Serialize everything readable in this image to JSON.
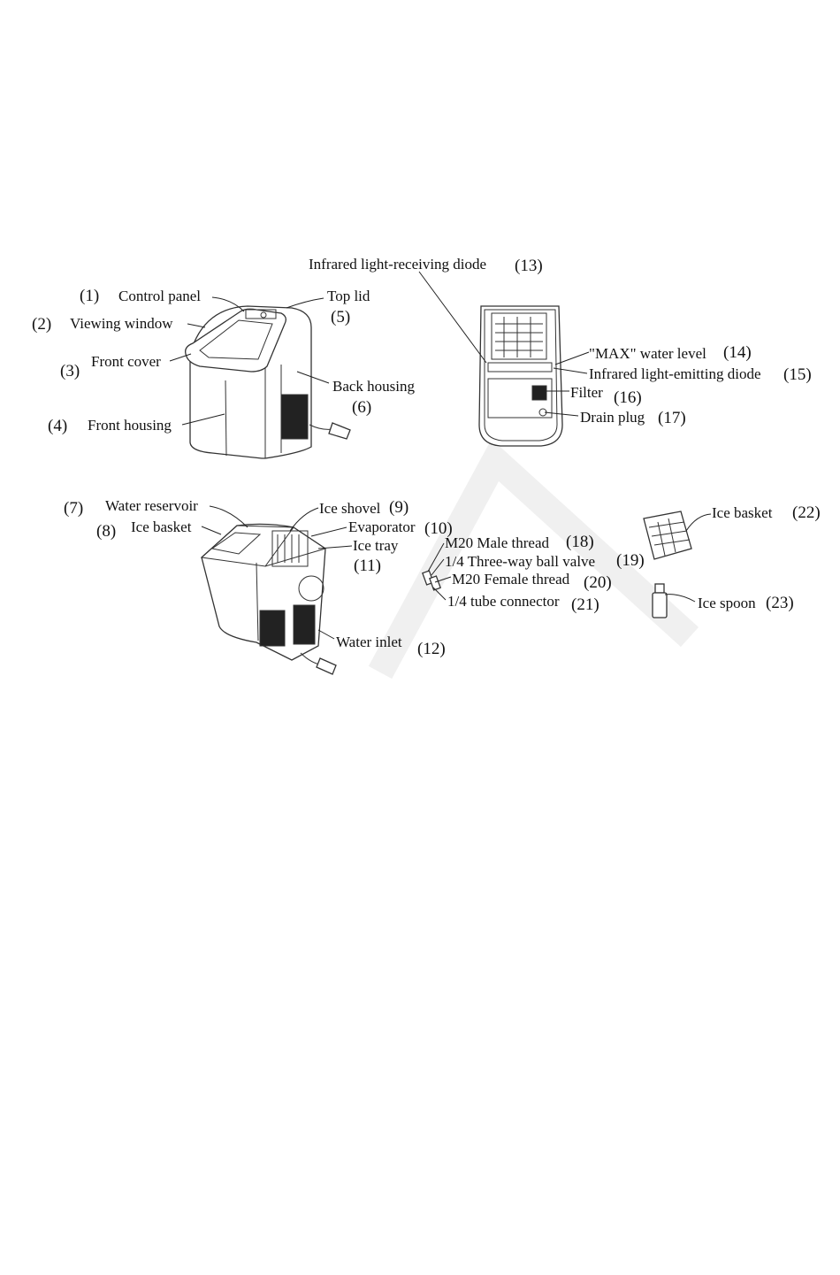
{
  "labels": {
    "p1": {
      "num": "(1)",
      "text": "Control panel"
    },
    "p2": {
      "num": "(2)",
      "text": "Viewing window"
    },
    "p3": {
      "num": "(3)",
      "text": "Front cover"
    },
    "p4": {
      "num": "(4)",
      "text": "Front housing"
    },
    "p5": {
      "num": "(5)",
      "text": "Top lid"
    },
    "p6": {
      "num": "(6)",
      "text": "Back housing"
    },
    "p7": {
      "num": "(7)",
      "text": "Water reservoir"
    },
    "p8": {
      "num": "(8)",
      "text": "Ice basket"
    },
    "p9": {
      "num": "(9)",
      "text": "Ice shovel"
    },
    "p10": {
      "num": "(10)",
      "text": "Evaporator"
    },
    "p11": {
      "num": "(11)",
      "text": "Ice tray"
    },
    "p12": {
      "num": "(12)",
      "text": "Water inlet"
    },
    "p13": {
      "num": "(13)",
      "text": "Infrared light-receiving diode"
    },
    "p14": {
      "num": "(14)",
      "text": "\"MAX\" water level"
    },
    "p15": {
      "num": "(15)",
      "text": "Infrared light-emitting diode"
    },
    "p16": {
      "num": "(16)",
      "text": "Filter"
    },
    "p17": {
      "num": "(17)",
      "text": "Drain plug"
    },
    "p18": {
      "num": "(18)",
      "text": "M20 Male thread"
    },
    "p19": {
      "num": "(19)",
      "text": "1/4 Three-way ball valve"
    },
    "p20": {
      "num": "(20)",
      "text": "M20 Female thread"
    },
    "p21": {
      "num": "(21)",
      "text": "1/4 tube connector"
    },
    "p22": {
      "num": "(22)",
      "text": "Ice basket"
    },
    "p23": {
      "num": "(23)",
      "text": "Ice spoon"
    }
  }
}
